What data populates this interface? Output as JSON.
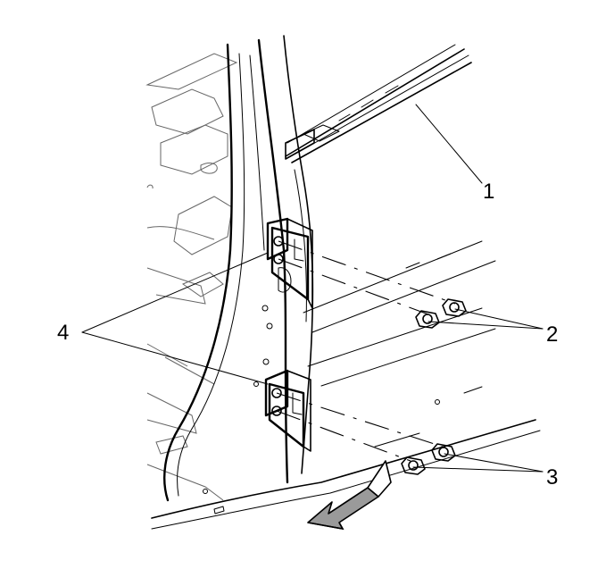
{
  "callouts": {
    "c1": "1",
    "c2": "2",
    "c3": "3",
    "c4": "4"
  },
  "colors": {
    "ink": "#000000",
    "background": "#ffffff",
    "shade": "#9a9a9a"
  }
}
